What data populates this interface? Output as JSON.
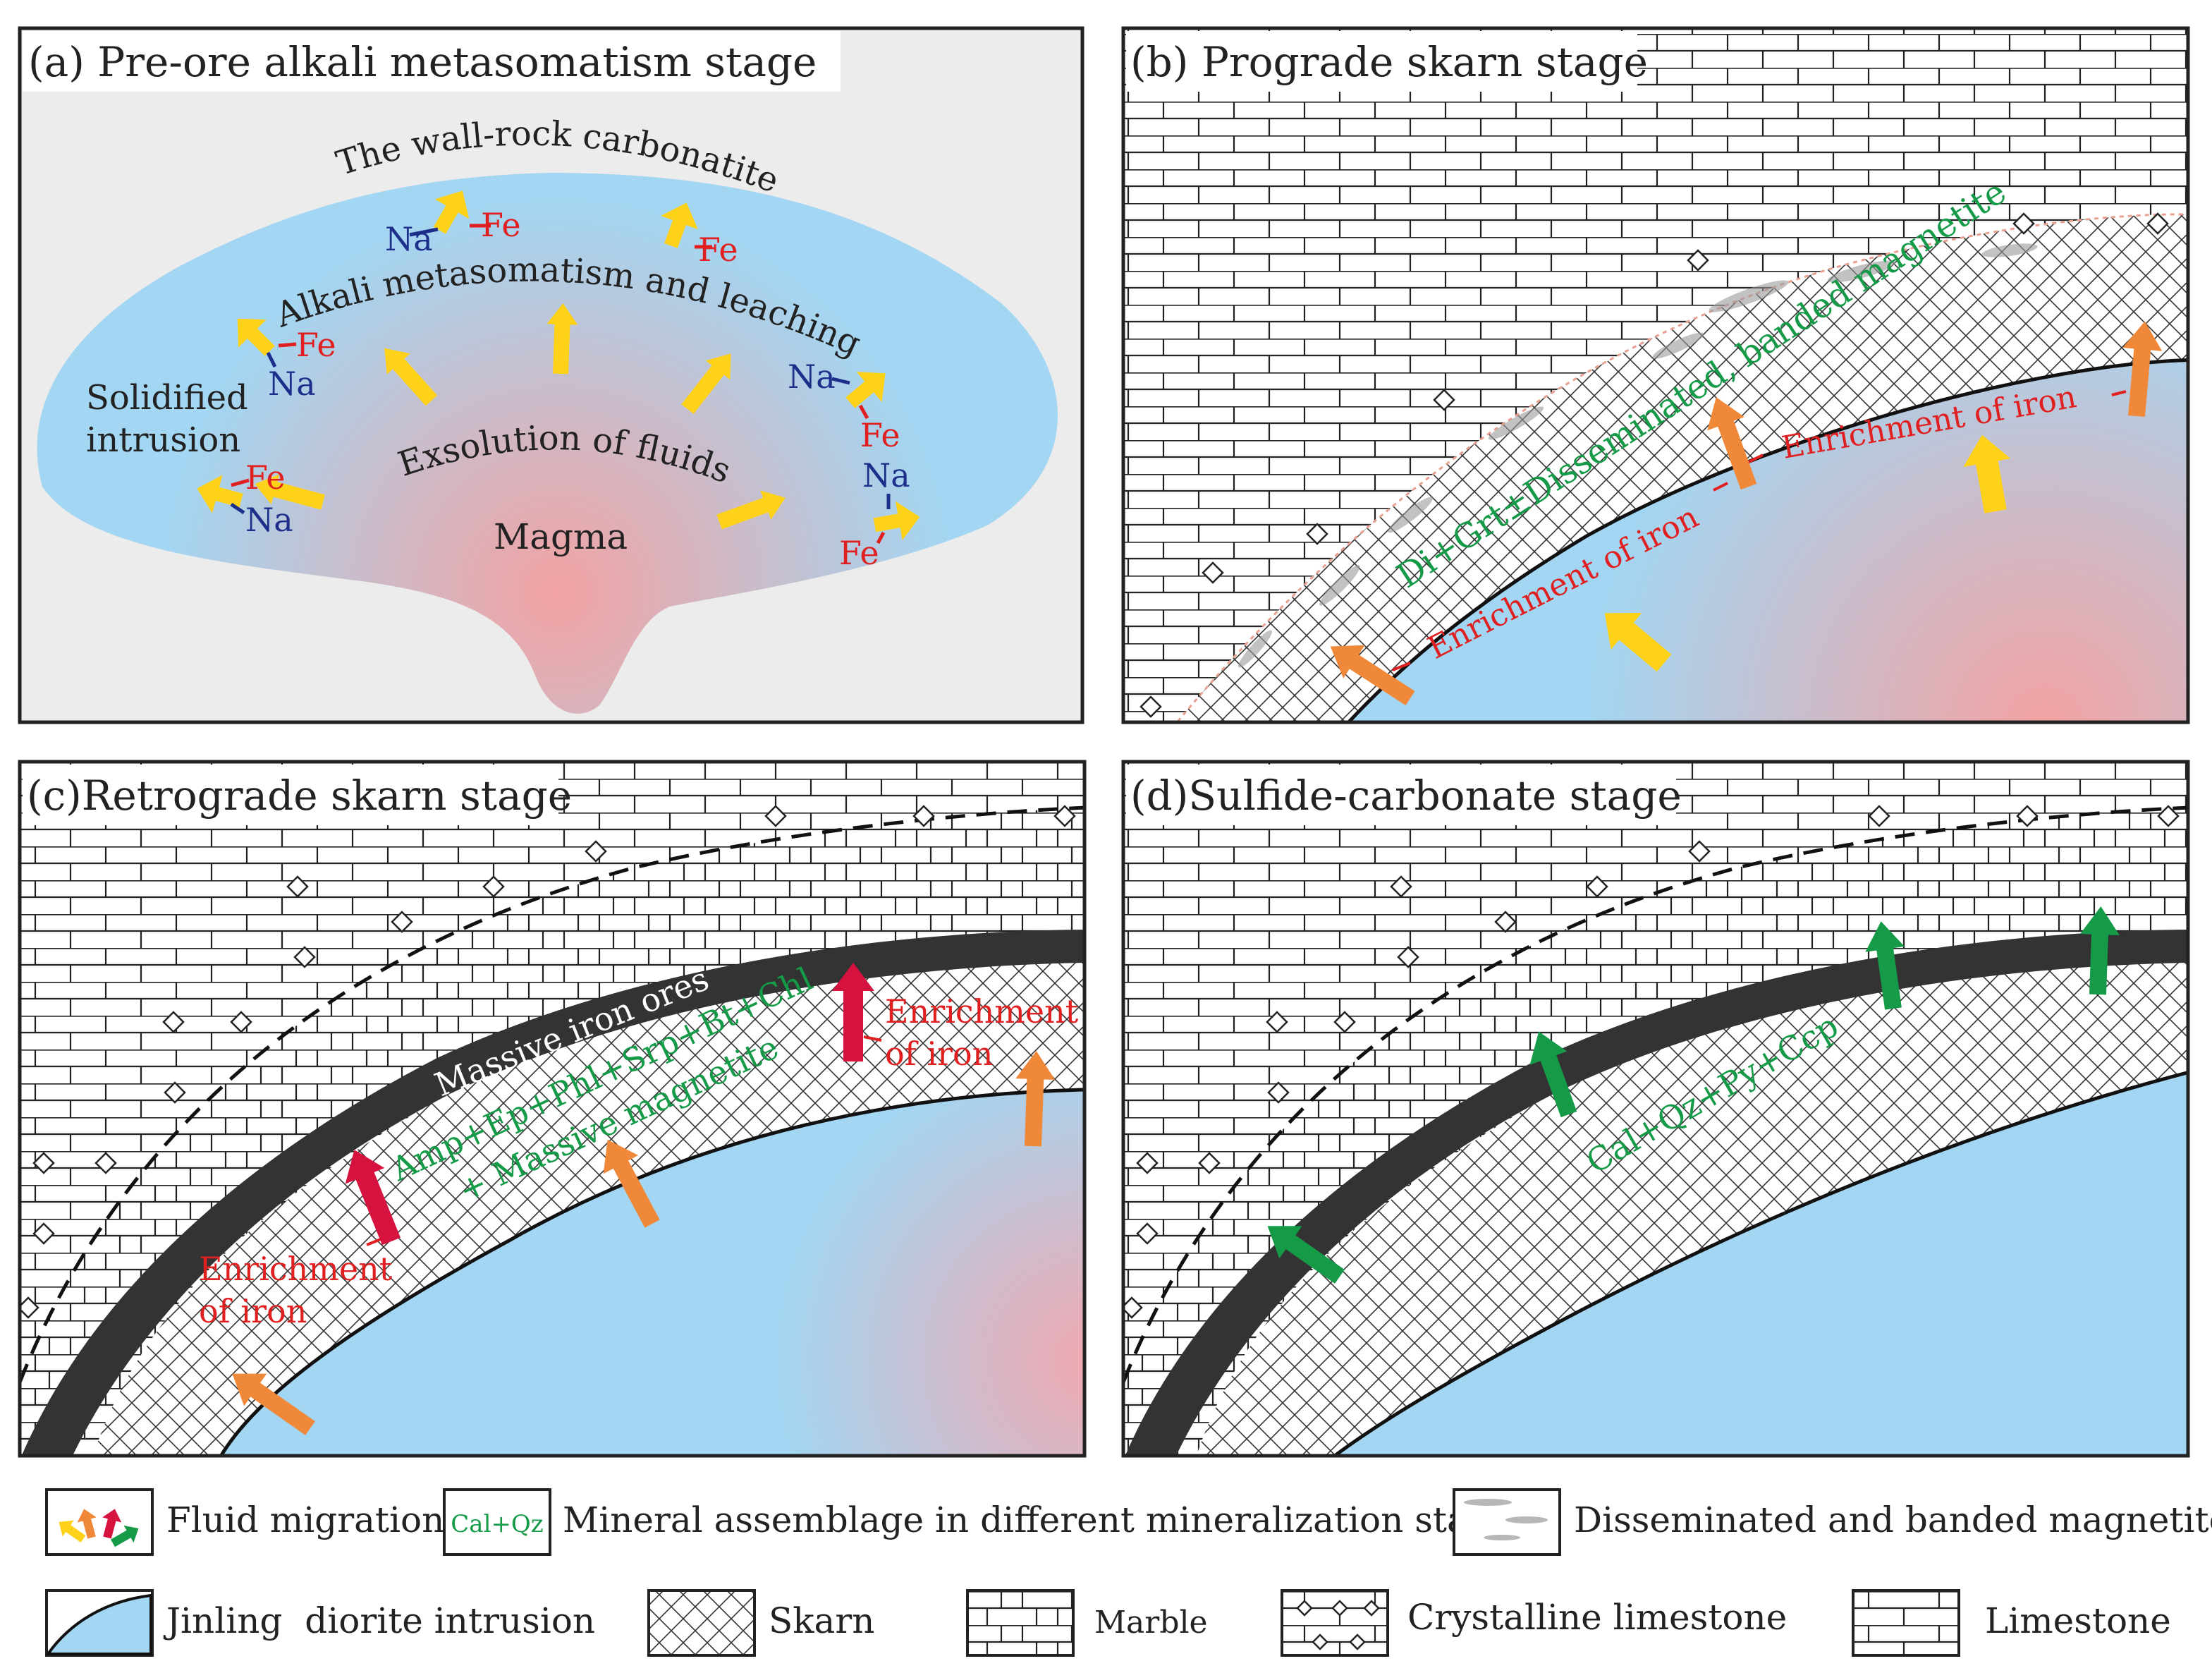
{
  "colors": {
    "intrusion_blue": "#a3d6f2",
    "magma_red": "#f2a2a2",
    "panel_a_bg": "#ececec",
    "ore_black": "#333333",
    "fluid_yellow": "#ffd21a",
    "fluid_orange": "#f0883a",
    "fluid_red": "#d6123f",
    "fluid_green": "#159a48",
    "mineral_green": "#159a48",
    "text_red": "#e02020",
    "text_blue": "#1d2f8a"
  },
  "panel_a": {
    "title": "(a) Pre-ore alkali metasomatism stage",
    "wall_rock": "The wall-rock carbonatite",
    "alkali": "Alkali metasomatism and leaching",
    "solidified_1": "Solidified",
    "solidified_2": "intrusion",
    "exsolution": "Exsolution of fluids",
    "magma": "Magma",
    "na": "Na",
    "fe": "Fe"
  },
  "panel_b": {
    "title": "(b) Prograde skarn stage",
    "minerals": "Di+Grt±Disseminated, banded magnetite",
    "enrichment": "Enrichment of iron"
  },
  "panel_c": {
    "title": "(c)Retrograde skarn stage",
    "massive_ores": "Massive iron ores",
    "minerals_1": "Amp+Ep+Phl+Srp+Bt+Chl",
    "minerals_2": "+ Massive magnetite",
    "enrichment_1": "Enrichment",
    "enrichment_2": "of iron"
  },
  "panel_d": {
    "title": "(d)Sulfide-carbonate stage",
    "minerals": "Cal+Qz+Py+Ccp"
  },
  "legend": {
    "fluid_migration": "Fluid migration",
    "cal_qz": "Cal+Qz",
    "mineral_assemblage": "Mineral assemblage in different mineralization stages",
    "disseminated": "Disseminated and banded magnetite",
    "jinling": "Jinling  diorite intrusion",
    "skarn": "Skarn",
    "marble": "Marble",
    "crystalline": "Crystalline limestone",
    "limestone": "Limestone"
  }
}
